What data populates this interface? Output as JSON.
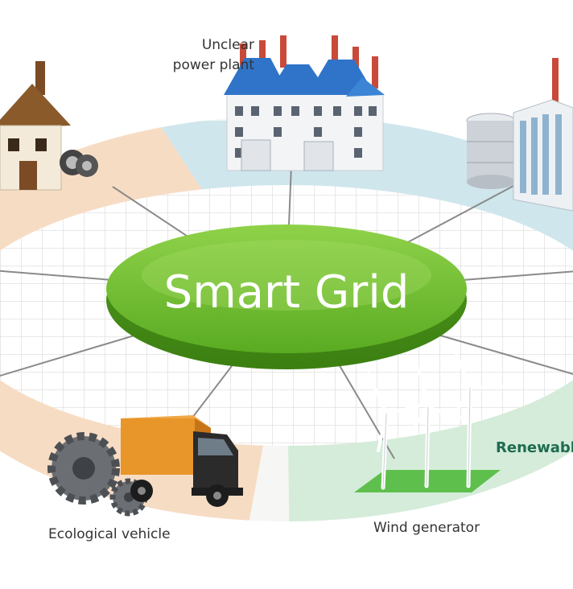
{
  "diagram": {
    "center_title": "Smart Grid",
    "labels": {
      "nuclear_line1": "Unclear",
      "nuclear_line2": "power plant",
      "vehicle": "Ecological vehicle",
      "wind": "Wind generator",
      "renewable": "Renewable"
    }
  },
  "colors": {
    "center_green": "#6cbd2e",
    "nuclear_sector": "#cfe6ec",
    "home_sector": "#f7dcc4",
    "renewable_sector": "#d4ecd9",
    "grid_line": "#d9d9d9",
    "connector": "#8a8a8a",
    "roof_blue": "#2f74c8",
    "truck_orange": "#e8962a"
  },
  "icons": [
    "house-icon",
    "nuclear-plant-icon",
    "industrial-building-icon",
    "truck-icon",
    "gear-icon",
    "wind-turbine-icon",
    "tire-icon"
  ]
}
